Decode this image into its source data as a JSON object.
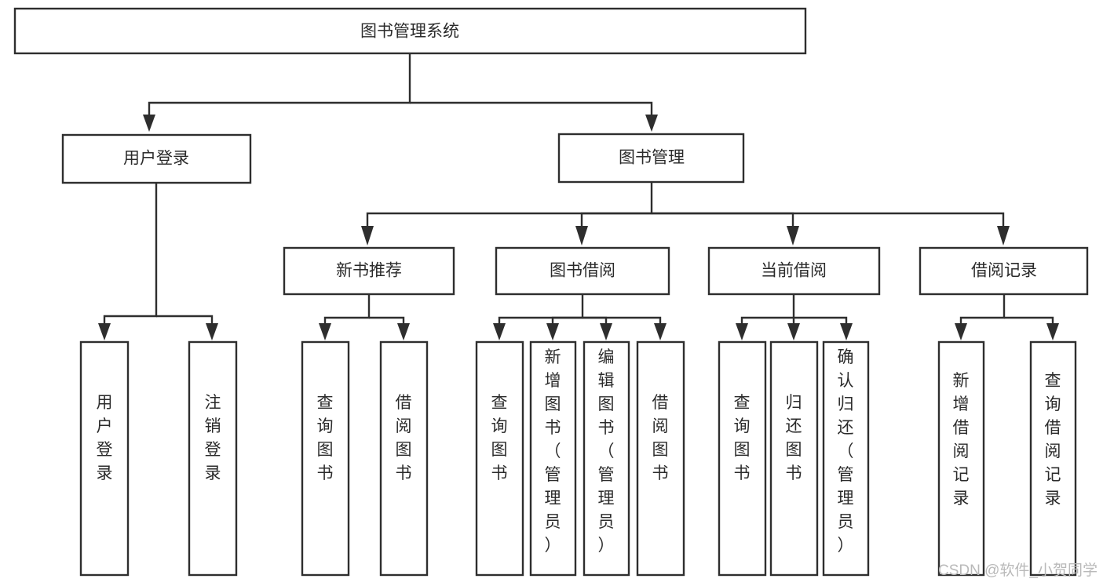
{
  "diagram": {
    "type": "tree-hierarchy",
    "title": "图书管理系统",
    "orientation": "top-down",
    "levels": 4,
    "nodes": {
      "root": {
        "label": "图书管理系统",
        "level": 0,
        "text_orientation": "horizontal"
      },
      "user_login": {
        "label": "用户登录",
        "level": 1,
        "text_orientation": "horizontal"
      },
      "book_manage": {
        "label": "图书管理",
        "level": 1,
        "text_orientation": "horizontal"
      },
      "new_book_rec": {
        "label": "新书推荐",
        "level": 2,
        "text_orientation": "horizontal"
      },
      "book_borrow": {
        "label": "图书借阅",
        "level": 2,
        "text_orientation": "horizontal"
      },
      "current_borrow": {
        "label": "当前借阅",
        "level": 2,
        "text_orientation": "horizontal"
      },
      "borrow_record": {
        "label": "借阅记录",
        "level": 2,
        "text_orientation": "horizontal"
      },
      "leaf_user_login": {
        "label": "用户登录",
        "level": 3,
        "text_orientation": "vertical"
      },
      "leaf_logout": {
        "label": "注销登录",
        "level": 3,
        "text_orientation": "vertical"
      },
      "leaf_query_book_1": {
        "label": "查询图书",
        "level": 3,
        "text_orientation": "vertical"
      },
      "leaf_borrow_book_1": {
        "label": "借阅图书",
        "level": 3,
        "text_orientation": "vertical"
      },
      "leaf_query_book_2": {
        "label": "查询图书",
        "level": 3,
        "text_orientation": "vertical"
      },
      "leaf_add_book": {
        "label": "新增图书（管理员）",
        "level": 3,
        "text_orientation": "vertical"
      },
      "leaf_edit_book": {
        "label": "编辑图书（管理员）",
        "level": 3,
        "text_orientation": "vertical"
      },
      "leaf_borrow_book_2": {
        "label": "借阅图书",
        "level": 3,
        "text_orientation": "vertical"
      },
      "leaf_query_book_3": {
        "label": "查询图书",
        "level": 3,
        "text_orientation": "vertical"
      },
      "leaf_return_book": {
        "label": "归还图书",
        "level": 3,
        "text_orientation": "vertical"
      },
      "leaf_confirm_return": {
        "label": "确认归还（管理员）",
        "level": 3,
        "text_orientation": "vertical"
      },
      "leaf_add_record": {
        "label": "新增借阅记录",
        "level": 3,
        "text_orientation": "vertical"
      },
      "leaf_query_record": {
        "label": "查询借阅记录",
        "level": 3,
        "text_orientation": "vertical"
      }
    },
    "edges": [
      {
        "from": "root",
        "to": "user_login"
      },
      {
        "from": "root",
        "to": "book_manage"
      },
      {
        "from": "user_login",
        "to": "leaf_user_login"
      },
      {
        "from": "user_login",
        "to": "leaf_logout"
      },
      {
        "from": "book_manage",
        "to": "new_book_rec"
      },
      {
        "from": "book_manage",
        "to": "book_borrow"
      },
      {
        "from": "book_manage",
        "to": "current_borrow"
      },
      {
        "from": "book_manage",
        "to": "borrow_record"
      },
      {
        "from": "new_book_rec",
        "to": "leaf_query_book_1"
      },
      {
        "from": "new_book_rec",
        "to": "leaf_borrow_book_1"
      },
      {
        "from": "book_borrow",
        "to": "leaf_query_book_2"
      },
      {
        "from": "book_borrow",
        "to": "leaf_add_book"
      },
      {
        "from": "book_borrow",
        "to": "leaf_edit_book"
      },
      {
        "from": "book_borrow",
        "to": "leaf_borrow_book_2"
      },
      {
        "from": "current_borrow",
        "to": "leaf_query_book_3"
      },
      {
        "from": "current_borrow",
        "to": "leaf_return_book"
      },
      {
        "from": "current_borrow",
        "to": "leaf_confirm_return"
      },
      {
        "from": "borrow_record",
        "to": "leaf_add_record"
      },
      {
        "from": "borrow_record",
        "to": "leaf_query_record"
      }
    ],
    "colors": {
      "stroke": "#2e2e2e",
      "fill": "#ffffff",
      "text": "#2b2b2b",
      "watermark": "#b9b9b9"
    }
  },
  "watermark": {
    "text": "CSDN @软件_小贺同学"
  }
}
